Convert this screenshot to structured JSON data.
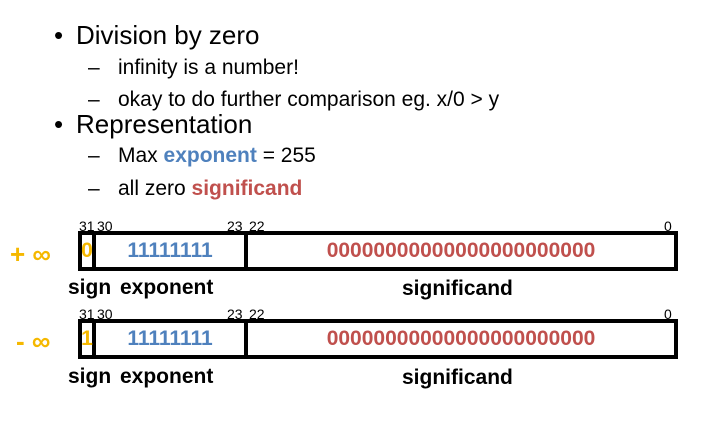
{
  "bullets": [
    {
      "text": "Division by zero",
      "subitems": [
        {
          "text": "infinity is a number!"
        },
        {
          "text": "okay to do further comparison eg. x/0 > y"
        }
      ]
    },
    {
      "text": "Representation",
      "subitems": [
        {
          "prefix": "Max ",
          "highlight": "exponent",
          "suffix": " = 255"
        },
        {
          "prefix": "all zero ",
          "highlight": "significand",
          "suffix": ""
        }
      ]
    }
  ],
  "bit_positions": {
    "p31": "31",
    "p30": "30",
    "p23": "23",
    "p22": "22",
    "p0": "0"
  },
  "rows": [
    {
      "label": "+ ∞",
      "sign": "0",
      "exponent": "11111111",
      "significand": "00000000000000000000000"
    },
    {
      "label": "- ∞",
      "sign": "1",
      "exponent": "11111111",
      "significand": "00000000000000000000000"
    }
  ],
  "field_labels": {
    "sign": "sign",
    "exponent": "exponent",
    "significand": "significand"
  },
  "colors": {
    "exponent": "#4f81bd",
    "significand": "#c0504d",
    "sign_and_label": "#f5b800"
  }
}
